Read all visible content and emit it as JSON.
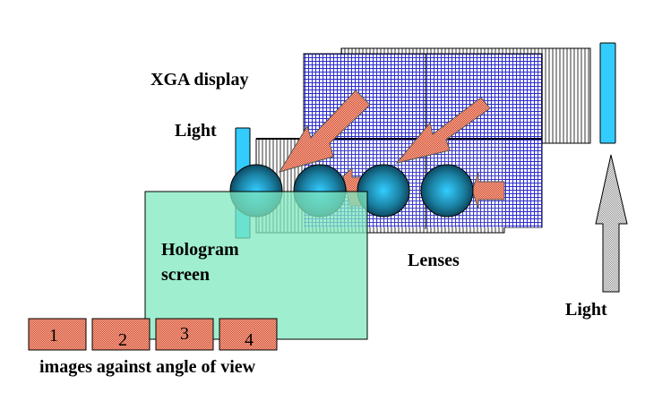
{
  "labels": {
    "xga_display": "XGA display",
    "light_left": "Light",
    "hologram_line1": "Hologram",
    "hologram_line2": "screen",
    "lenses": "Lenses",
    "light_right": "Light",
    "caption": "images against angle of view"
  },
  "images": [
    "1",
    "2",
    "3",
    "4"
  ],
  "colors": {
    "light_bar": "#33ccff",
    "grid_blue": "#2222cc",
    "stripe_gray": "#999999",
    "arrow_red": "#dd5533",
    "hologram_green": "#33dd99",
    "lens": "#1a8fb0"
  }
}
